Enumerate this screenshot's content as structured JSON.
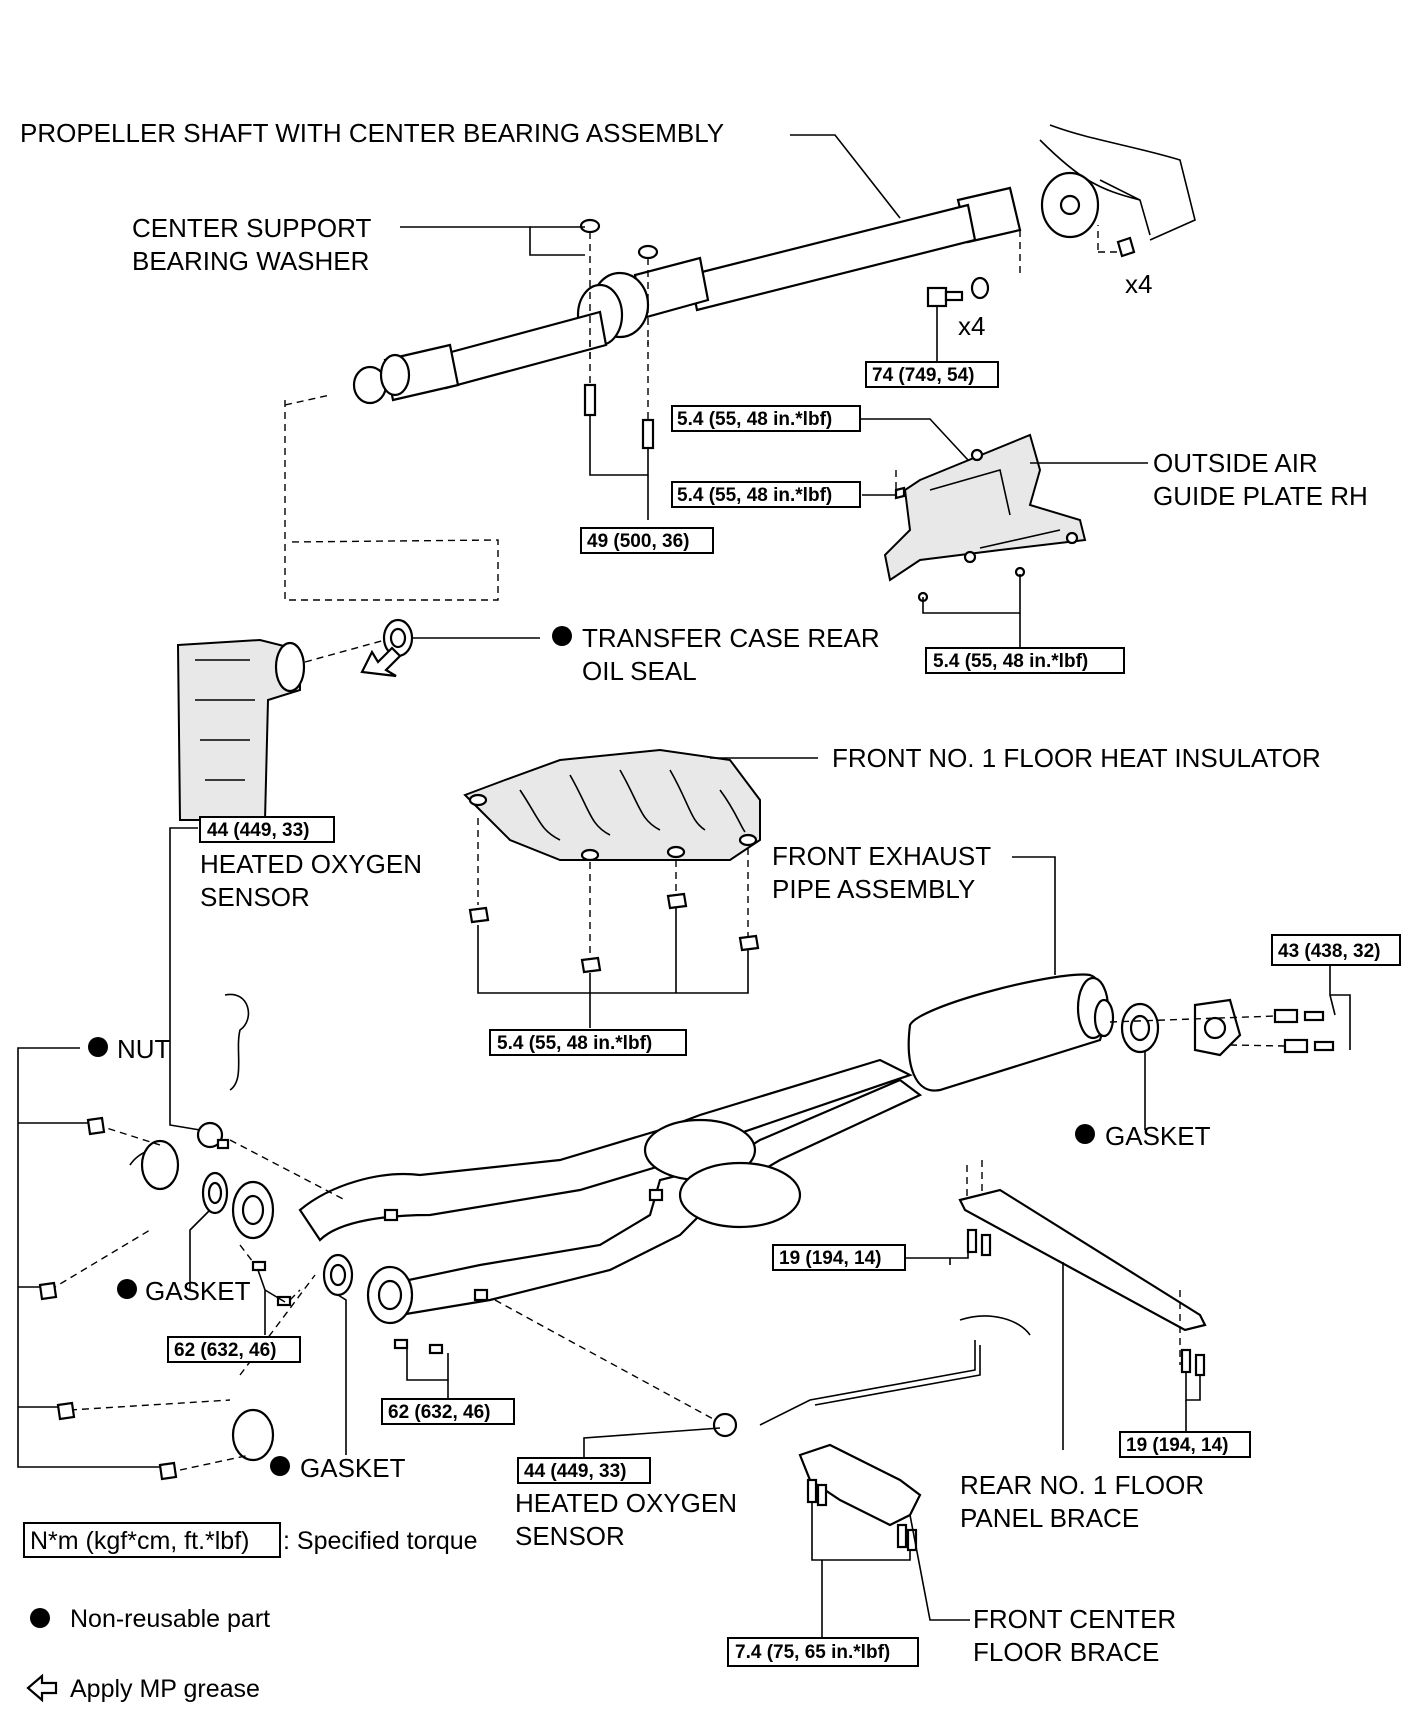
{
  "labels": {
    "propeller_shaft": "PROPELLER SHAFT WITH CENTER BEARING ASSEMBLY",
    "center_support_1": "CENTER SUPPORT",
    "center_support_2": "BEARING WASHER",
    "x4_a": "x4",
    "x4_b": "x4",
    "outside_air_1": "OUTSIDE AIR",
    "outside_air_2": "GUIDE PLATE RH",
    "transfer_seal_1": "TRANSFER CASE REAR",
    "transfer_seal_2": "OIL SEAL",
    "floor_insulator": "FRONT NO. 1 FLOOR HEAT INSULATOR",
    "front_exhaust_1": "FRONT EXHAUST",
    "front_exhaust_2": "PIPE ASSEMBLY",
    "heated_o2_a_1": "HEATED OXYGEN",
    "heated_o2_a_2": "SENSOR",
    "nut": "NUT",
    "gasket_right": "GASKET",
    "gasket_left": "GASKET",
    "gasket_lower": "GASKET",
    "heated_o2_b_1": "HEATED OXYGEN",
    "heated_o2_b_2": "SENSOR",
    "rear_brace_1": "REAR NO. 1 FLOOR",
    "rear_brace_2": "PANEL BRACE",
    "front_brace_1": "FRONT CENTER",
    "front_brace_2": "FLOOR BRACE"
  },
  "torques": {
    "t_74": "74 (749, 54)",
    "t_54_a": "5.4 (55, 48 in.*lbf)",
    "t_54_b": "5.4 (55, 48 in.*lbf)",
    "t_49": "49 (500, 36)",
    "t_54_c": "5.4 (55, 48 in.*lbf)",
    "t_44_a": "44 (449, 33)",
    "t_54_d": "5.4 (55, 48 in.*lbf)",
    "t_43": "43 (438, 32)",
    "t_19_a": "19 (194, 14)",
    "t_62_a": "62 (632, 46)",
    "t_62_b": "62 (632, 46)",
    "t_44_b": "44 (449, 33)",
    "t_19_b": "19 (194, 14)",
    "t_74_b": "7.4 (75, 65 in.*lbf)"
  },
  "legend": {
    "torque_box": "N*m (kgf*cm, ft.*lbf)",
    "torque_text": ": Specified torque",
    "nonreusable": "Non-reusable part",
    "grease": "Apply MP grease"
  }
}
